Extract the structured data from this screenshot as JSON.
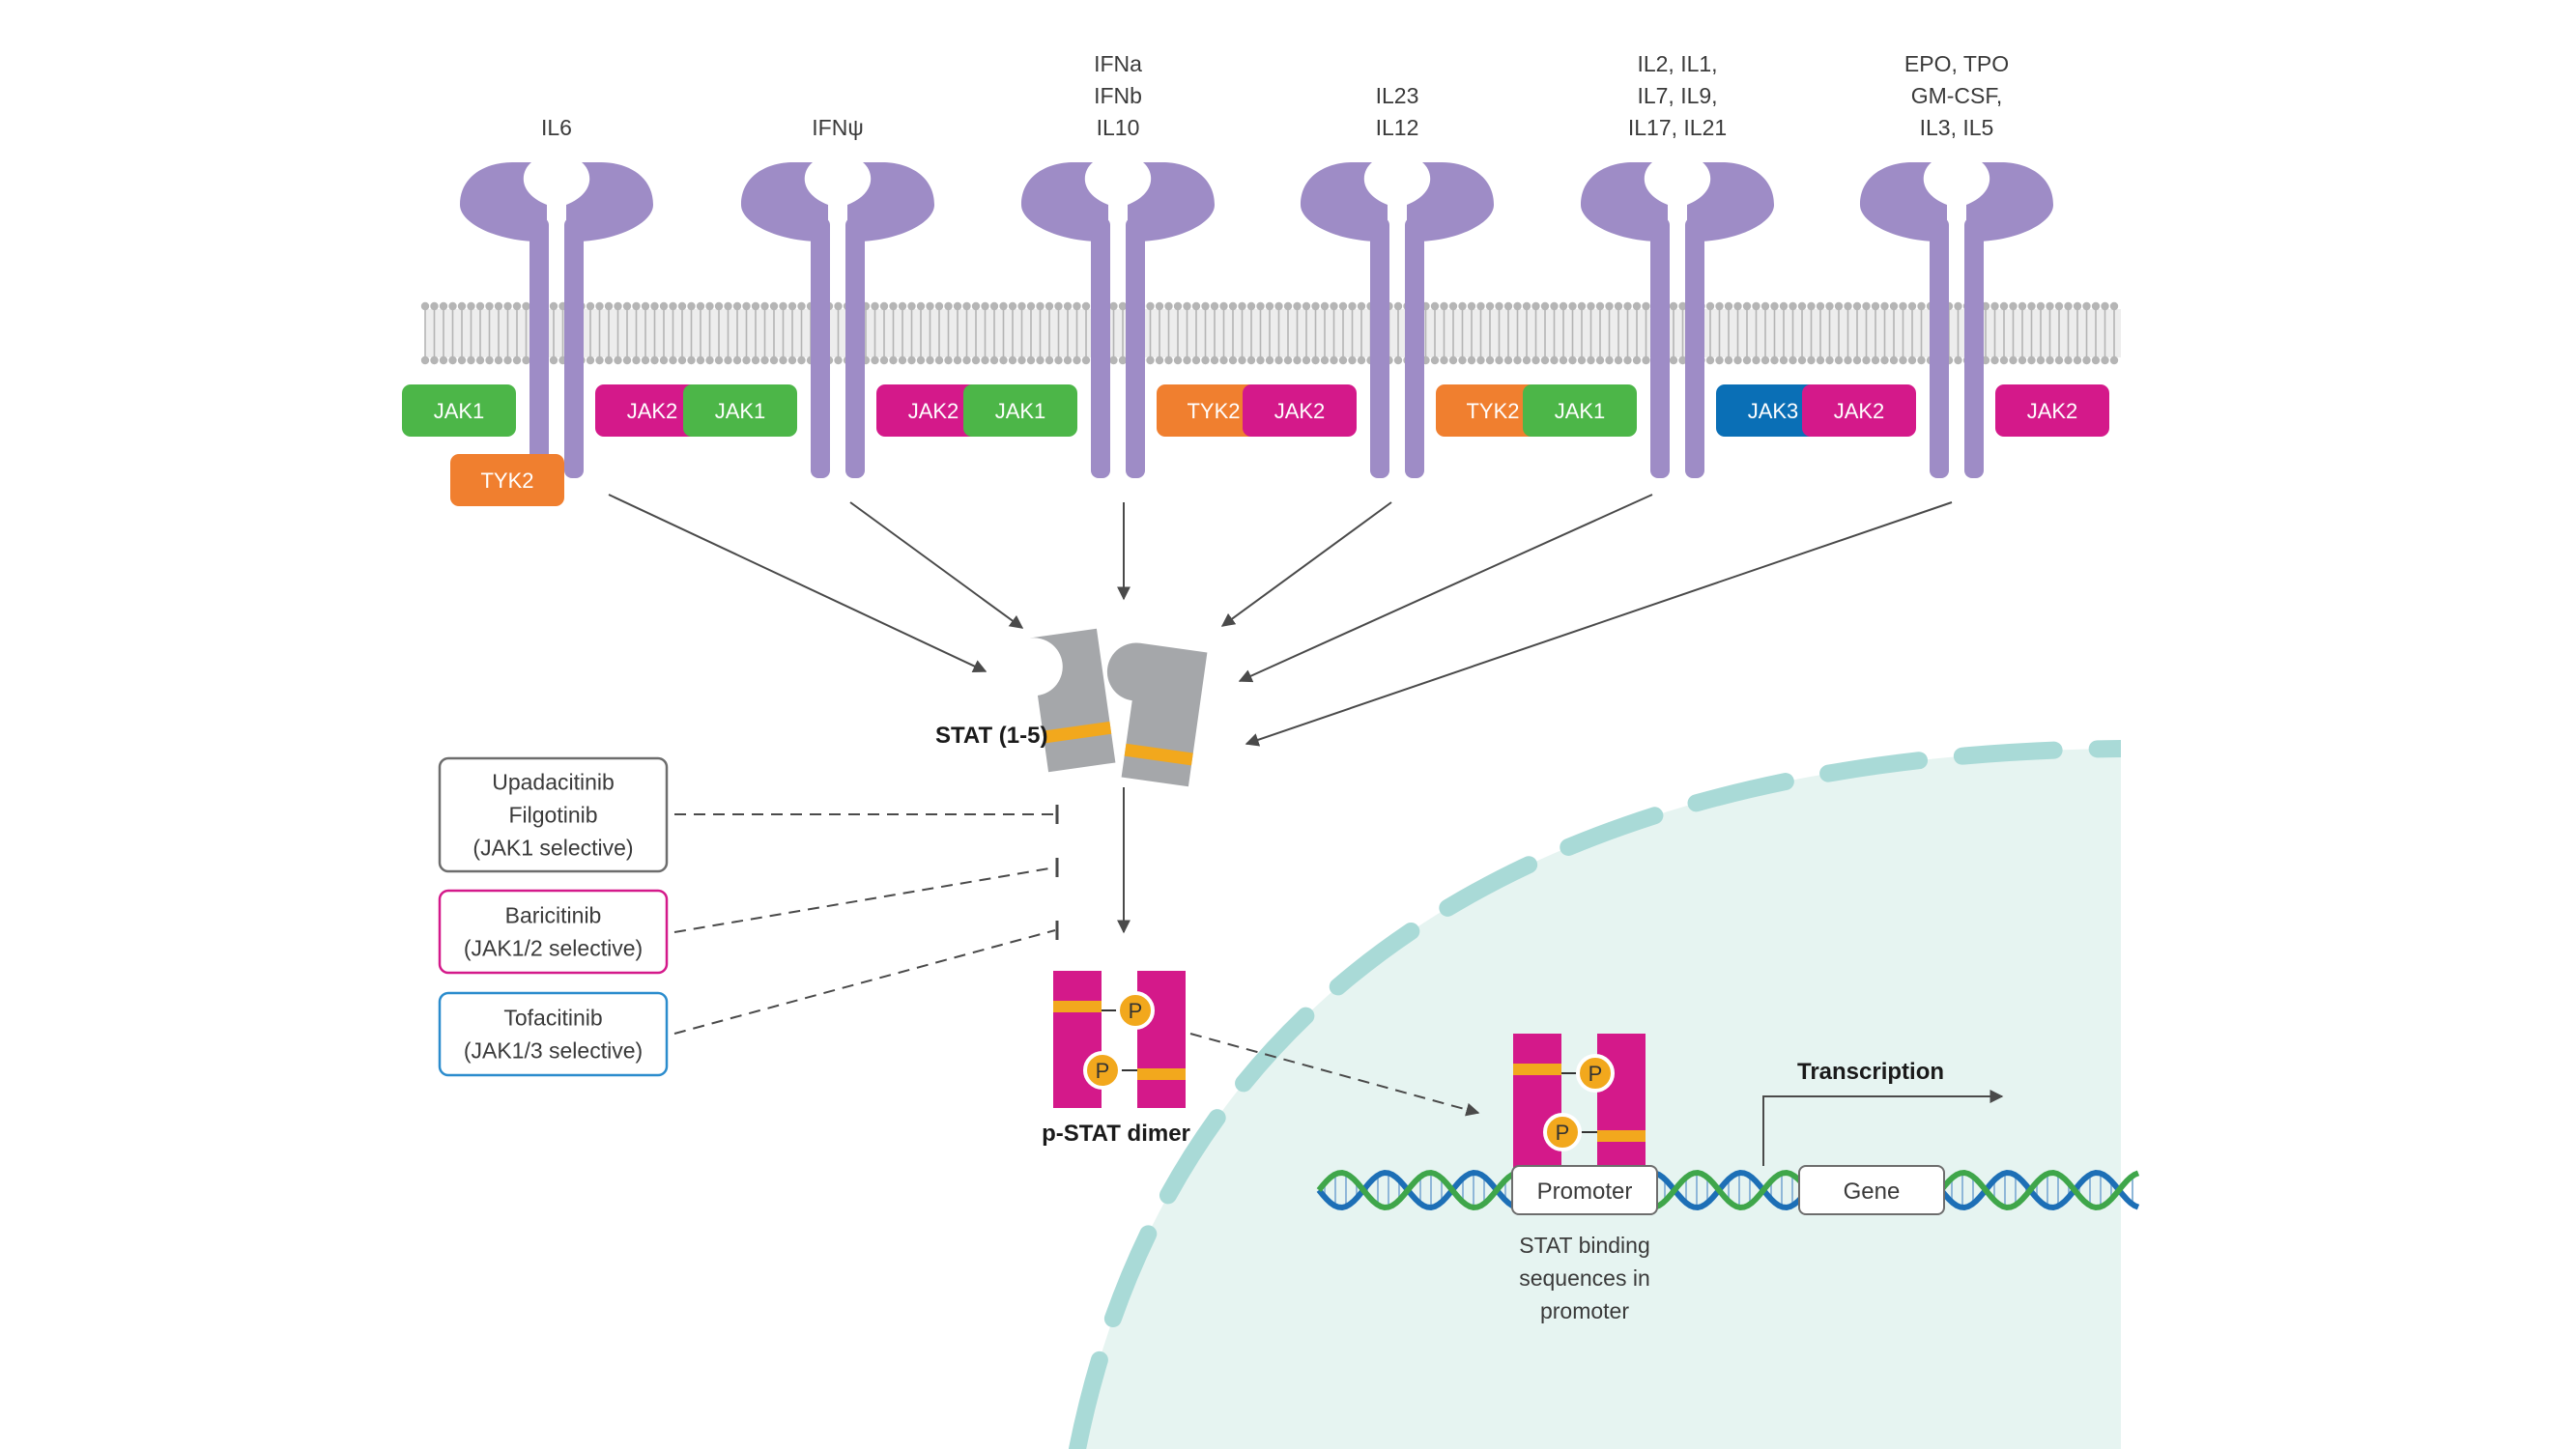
{
  "cytokine_groups": [
    {
      "lines": [
        "IL6"
      ],
      "jak_left": "JAK1",
      "jak_right": "JAK2",
      "extra": "TYK2"
    },
    {
      "lines": [
        "IFNψ"
      ],
      "jak_left": "JAK1",
      "jak_right": "JAK2"
    },
    {
      "lines": [
        "IFNa",
        "IFNb",
        "IL10"
      ],
      "jak_left": "JAK1",
      "jak_right": "TYK2"
    },
    {
      "lines": [
        "IL23",
        "IL12"
      ],
      "jak_left": "JAK2",
      "jak_right": "TYK2"
    },
    {
      "lines": [
        "IL2, IL1,",
        "IL7, IL9,",
        "IL17, IL21"
      ],
      "jak_left": "JAK1",
      "jak_right": "JAK3"
    },
    {
      "lines": [
        "EPO, TPO",
        "GM-CSF,",
        "IL3, IL5"
      ],
      "jak_left": "JAK2",
      "jak_right": "JAK2"
    }
  ],
  "jak_colors": {
    "JAK1": "#4cb648",
    "JAK2": "#d4198a",
    "TYK2": "#f07f2f",
    "JAK3": "#0a6fb6"
  },
  "colors": {
    "receptor": "#9e8cc6",
    "membrane": "#b5b5b5",
    "stat_gray": "#a5a7aa",
    "stat_band": "#f2a81d",
    "pstat": "#d4198a",
    "nucleus_fill": "#e6f4f1",
    "nucleus_edge": "#a9dad7",
    "dna_green": "#3fa64a",
    "dna_blue": "#1d6fb6"
  },
  "stat_label": "STAT (1-5)",
  "pstat_label": "p-STAT dimer",
  "phospho_label": "P",
  "drugs": [
    {
      "lines": [
        "Upadacitinib",
        "Filgotinib",
        "(JAK1 selective)"
      ],
      "border": "#6d6d6d"
    },
    {
      "lines": [
        "Baricitinib",
        "(JAK1/2 selective)"
      ],
      "border": "#d4198a"
    },
    {
      "lines": [
        "Tofacitinib",
        "(JAK1/3 selective)"
      ],
      "border": "#2b8ccd"
    }
  ],
  "promoter_label": "Promoter",
  "gene_label": "Gene",
  "transcription_label": "Transcription",
  "binding_lines": [
    "STAT binding",
    "sequences in",
    "promoter"
  ]
}
